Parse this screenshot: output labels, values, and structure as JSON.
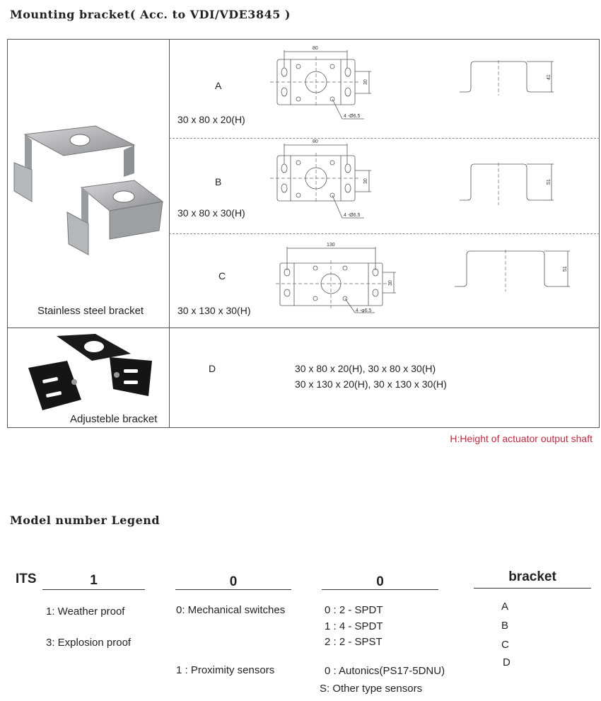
{
  "header": {
    "title": "Mounting bracket( Acc. to VDI/VDE3845 )"
  },
  "table": {
    "stainless_label": "Stainless steel bracket",
    "adjustable_label": "Adjusteble bracket",
    "rows": [
      {
        "letter": "A",
        "size": "30 x 80 x 20(H)",
        "dim_width": "80",
        "dim_hole": "30",
        "hole_note": "4 -Ø6.5",
        "dim_height": "41"
      },
      {
        "letter": "B",
        "size": "30 x 80 x 30(H)",
        "dim_width": "80",
        "dim_hole": "30",
        "hole_note": "4 -Ø6.5",
        "dim_height": "51"
      },
      {
        "letter": "C",
        "size": "30 x 130 x 30(H)",
        "dim_width": "130",
        "dim_hole": "30",
        "hole_note": "4 -φ6.5",
        "dim_height": "51"
      },
      {
        "letter": "D",
        "sizes_line1": "30 x 80 x 20(H), 30 x 80 x 30(H)",
        "sizes_line2": "30 x 130 x 20(H), 30 x 130 x 30(H)"
      }
    ],
    "note": "H:Height of actuator output shaft"
  },
  "legend": {
    "title": "Model number Legend",
    "prefix": "ITS",
    "fields": [
      "1",
      "0",
      "0",
      "bracket"
    ],
    "col1": [
      "1: Weather proof",
      "3: Explosion proof"
    ],
    "col2": [
      "0: Mechanical switches",
      "1 : Proximity sensors"
    ],
    "col3": [
      "0 : 2 - SPDT",
      "1 : 4 - SPDT",
      "2 : 2 - SPST",
      "0 : Autonics(PS17-5DNU)",
      "S: Other type sensors"
    ],
    "col4": [
      "A",
      "B",
      "C",
      "D"
    ]
  },
  "colors": {
    "note_red": "#c0283c",
    "bracket_black": "#151515",
    "steel": "#a9acae"
  }
}
